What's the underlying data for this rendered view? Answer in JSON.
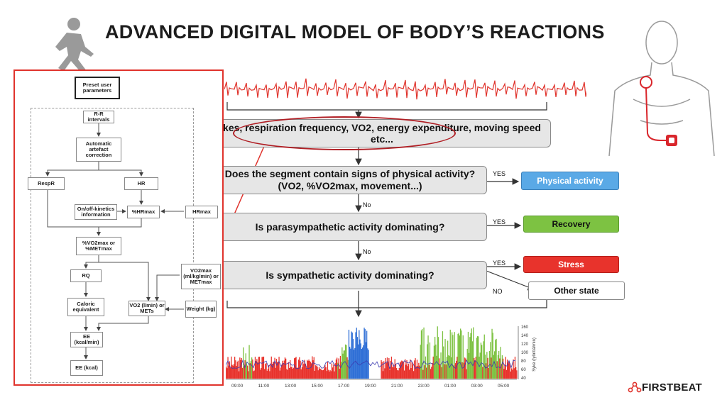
{
  "title": "ADVANCED DIGITAL MODEL OF BODY’S REACTIONS",
  "flow": {
    "step1": "kes, respiration frequency, VO2, energy expenditure, moving speed etc...",
    "q1_line1": "Does the segment contain signs of physical activity?",
    "q1_line2": "(VO2, %VO2max, movement...)",
    "q2": "Is parasympathetic activity dominating?",
    "q3": "Is sympathetic activity dominating?",
    "yes": "YES",
    "no_label": "No",
    "no_caps": "NO"
  },
  "outcomes": {
    "physical_activity": {
      "label": "Physical activity",
      "color": "#5aa9e6"
    },
    "recovery": {
      "label": "Recovery",
      "color": "#7dc242"
    },
    "stress": {
      "label": "Stress",
      "color": "#e8332c"
    },
    "other": {
      "label": "Other state"
    }
  },
  "model": {
    "preset": "Preset user parameters",
    "rr": "R-R intervals",
    "artefact": "Automatic artefact correction",
    "respr": "RespR",
    "hr": "HR",
    "onoff": "On/off-kinetics information",
    "hrpct": "%HRmax",
    "hrmax": "HRmax",
    "vo2pct": "%VO2max or %METmax",
    "rq": "RQ",
    "vo2max": "VO2max (ml/kg/min) or METmax",
    "caloric": "Caloric equivalent",
    "vo2": "VO2 (l/min) or METs",
    "weight": "Weight (kg)",
    "ee1": "EE (kcal/min)",
    "ee2": "EE (kcal)"
  },
  "chart": {
    "x_ticks": [
      "09:00",
      "11:00",
      "13:00",
      "15:00",
      "17:00",
      "19:00",
      "21:00",
      "23:00",
      "01:00",
      "03:00",
      "05:00"
    ],
    "y_ticks": [
      "160",
      "140",
      "120",
      "100",
      "80",
      "60",
      "40"
    ],
    "y_label": "Syke (lyöntiä/min)"
  },
  "logo": "FIRSTBEAT",
  "colors": {
    "accent_red": "#e0332c",
    "blue": "#5aa9e6",
    "green": "#7dc242",
    "red": "#e8332c"
  }
}
